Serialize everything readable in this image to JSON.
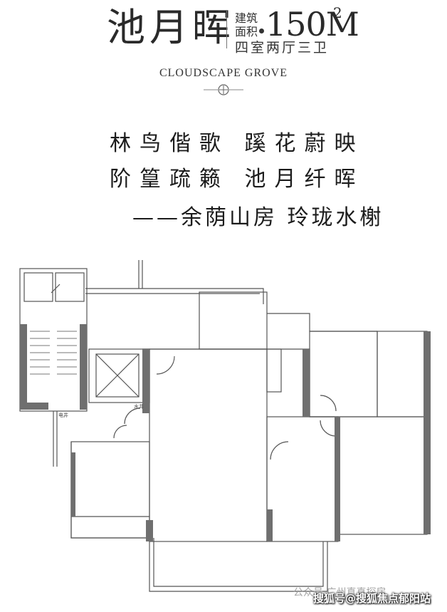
{
  "header": {
    "title": "池月晖",
    "area_label": "建筑面积",
    "area_value": "150M",
    "area_sup": "2",
    "layout": "四室两厅三卫"
  },
  "brand": {
    "name": "CLOUDSCAPE GROVE",
    "emblem_icon": "circle-cross-emblem-icon"
  },
  "poem": {
    "line1": "林鸟偕歌 蹊花蔚映",
    "line2": "阶篁疏籁 池月纤晖",
    "line3": "——余荫山房 玲珑水榭"
  },
  "floorplan": {
    "labels": [
      "水井",
      "电井"
    ]
  },
  "watermarks": {
    "a": "公众号 广州真真探房",
    "b": "搜狐号@搜狐焦点郁阳站"
  },
  "colors": {
    "wall": "#6f6f6f",
    "line": "#555555",
    "text": "#1f1f1f",
    "emblem": "#888888"
  }
}
